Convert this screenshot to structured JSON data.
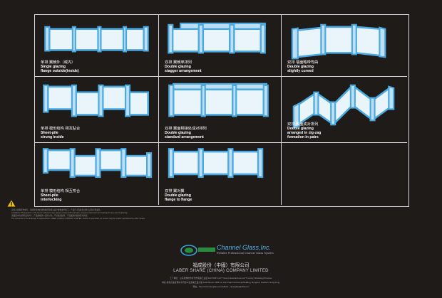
{
  "panels": [
    {
      "cn": "单排 翼朝外（或内）",
      "en1": "Single glazing",
      "en2": "flange outside(inside)",
      "en3": ""
    },
    {
      "cn": "双排 翼朝单排列",
      "en1": "Double glazing",
      "en2": "stagger arrangement",
      "en3": ""
    },
    {
      "cn": "双排 墙面略带弯曲",
      "en1": "Double glazing",
      "en2": "slightly curved",
      "en3": ""
    },
    {
      "cn": "单排 模形结构 相互贴合",
      "en1": "Sheet-pile",
      "en2": "strung inside",
      "en3": ""
    },
    {
      "cn": "双排 翼面相接处成对排列",
      "en1": "Double glazing",
      "en2": "standard arrangement",
      "en3": ""
    },
    {
      "cn": "双排 翼面成对排列",
      "en1": "Double glazing",
      "en2": "arranged in zig-zag",
      "en3": "formation in pairs"
    },
    {
      "cn": "单排 模形结构 相互咬合",
      "en1": "Sheet-pile",
      "en2": "interlocking",
      "en3": ""
    },
    {
      "cn": "双排 翼对翼",
      "en1": "Double glazing",
      "en2": "flange to flange",
      "en3": ""
    }
  ],
  "notes": [
    "安装示意图仅作参考，请按照当地的建筑规范及相关设计要求进行施工。产品尺寸及颜色可能与实际有所差异。",
    "Installation Photographs in this are for reference only, please comply with local laws, company listed and our drawings for any sort of planning.",
    "该图纸中的说明仅供参考，产品规格请以实际为准；严禁擅自复制、节选或用作其他任何用途。",
    "The instruction in the drawings is supplied from LABER (CHINA) COMPANY LIMITED. Unless so permitted, no content may be copied, reproduced by other means."
  ],
  "brand": {
    "name": "Channel Glass,Inc.",
    "tagline": "Reliable Professional Channel Glass System",
    "company_cn": "福成股份（中國）有限公司",
    "company_en": "LABER SHARE (CHINA) COMPANY LIMITED",
    "addr1": "工厂地址：山东省潍坊市寿光市侯镇工业园    FACTORY:LAYT Town Industrial Zone,LAYT county, Shandong Province.",
    "addr2": "地址:香港九龍新蒲崗大有街31號善美工業大廈  ADD:Rooms 1105-10, 14F, Kwai Commercial Building, Mongkok, Kowloon, Hong Kong.",
    "addr3": "网址：http://www.laserglass.com    EMAIL：laserglass@163.com"
  },
  "colors": {
    "background": "#1f1b19",
    "glass_stroke": "#4aa9e0",
    "glass_fill": "#eaf4fb",
    "brand": "#4fb3e8",
    "warning": "#f2c200"
  }
}
